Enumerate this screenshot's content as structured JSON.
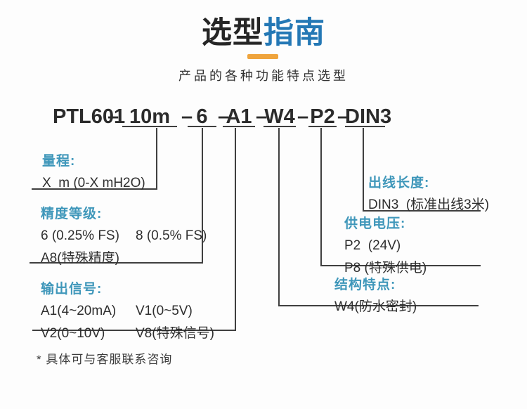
{
  "header": {
    "title_primary": "选型",
    "title_accent": "指南",
    "subtitle": "产品的各种功能特点选型"
  },
  "model_code": {
    "prefix": "PTL601",
    "dash": "–",
    "segments": [
      "10m",
      "6",
      "A1",
      "W4",
      "P2",
      "DIN3"
    ]
  },
  "spec_blocks": [
    {
      "key": "10m",
      "label": "量程:",
      "rows": [
        [
          "X  m (0-X mH2O)"
        ]
      ]
    },
    {
      "key": "6",
      "label": "精度等级:",
      "rows": [
        [
          "6 (0.25% FS)",
          "8 (0.5% FS)"
        ],
        [
          "A8(特殊精度)"
        ]
      ]
    },
    {
      "key": "A1",
      "label": "输出信号:",
      "rows": [
        [
          "A1(4~20mA)",
          "V1(0~5V)"
        ],
        [
          "V2(0~10V)",
          "V8(特殊信号)"
        ]
      ]
    },
    {
      "key": "DIN3",
      "label": "出线长度:",
      "rows": [
        [
          "DIN3  (标准出线3米)"
        ]
      ]
    },
    {
      "key": "P2",
      "label": "供电电压:",
      "rows": [
        [
          "P2  (24V)"
        ],
        [
          "P8 (特殊供电)"
        ]
      ]
    },
    {
      "key": "W4",
      "label": "结构特点:",
      "rows": [
        [
          "W4(防水密封)"
        ]
      ]
    }
  ],
  "footnote": "* 具体可与客服联系咨询",
  "colors": {
    "title_dark": "#262626",
    "accent_blue": "#2478b5",
    "label_blue": "#3f97ba",
    "accent_orange": "#efa43d",
    "line": "#3f3f3f",
    "background": "#fdfdfd"
  }
}
